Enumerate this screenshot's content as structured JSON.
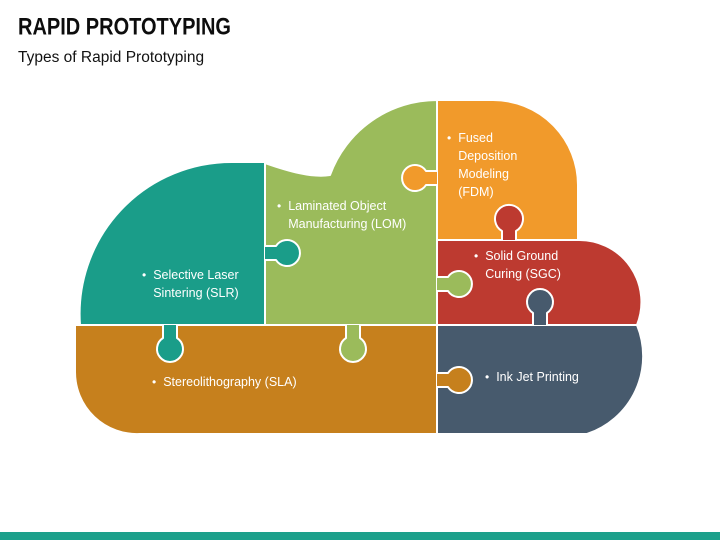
{
  "slide": {
    "title": "RAPID PROTOTYPING",
    "subtitle": "Types of Rapid Prototyping",
    "bullet_char": "•",
    "accent_bar_color": "#1CA08B",
    "background_color": "#ffffff",
    "label_text_color": "#ffffff"
  },
  "diagram": {
    "type": "cloud-puzzle",
    "description": "Cloud made of six interlocking puzzle pieces, each a rapid prototyping method"
  },
  "pieces": [
    {
      "id": "slr",
      "label": "Selective Laser\nSintering (SLR)",
      "color": "#1A9D89"
    },
    {
      "id": "lom",
      "label": "Laminated Object\nManufacturing (LOM)",
      "color": "#9BBB5B"
    },
    {
      "id": "fdm",
      "label": "Fused\nDeposition\nModeling\n(FDM)",
      "color": "#F19A2B"
    },
    {
      "id": "sgc",
      "label": "Solid Ground\nCuring (SGC)",
      "color": "#BD3A30"
    },
    {
      "id": "sla",
      "label": "Stereolithography (SLA)",
      "color": "#C6801D"
    },
    {
      "id": "ink",
      "label": "Ink Jet Printing",
      "color": "#475A6D"
    }
  ]
}
